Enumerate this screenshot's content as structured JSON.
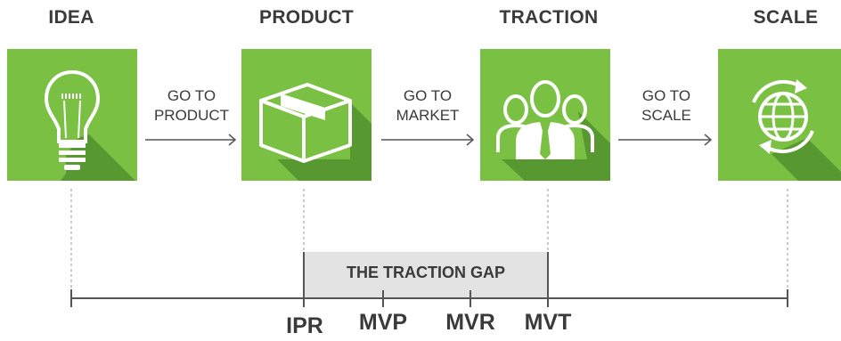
{
  "stages": [
    {
      "label": "IDEA",
      "icon": "lightbulb-icon"
    },
    {
      "label": "PRODUCT",
      "icon": "box-icon"
    },
    {
      "label": "TRACTION",
      "icon": "users-icon"
    },
    {
      "label": "SCALE",
      "icon": "globe-icon"
    }
  ],
  "steps": [
    {
      "line1": "GO TO",
      "line2": "PRODUCT"
    },
    {
      "line1": "GO TO",
      "line2": "MARKET"
    },
    {
      "line1": "GO TO",
      "line2": "SCALE"
    }
  ],
  "gap": {
    "label": "THE TRACTION GAP"
  },
  "milestones": [
    "IPR",
    "MVP",
    "MVR",
    "MVT"
  ],
  "colors": {
    "tile": "#7ac143",
    "tile_shadow": "#4e8a2a",
    "gap_box": "#e3e3e3",
    "text": "#3a3a3a"
  }
}
